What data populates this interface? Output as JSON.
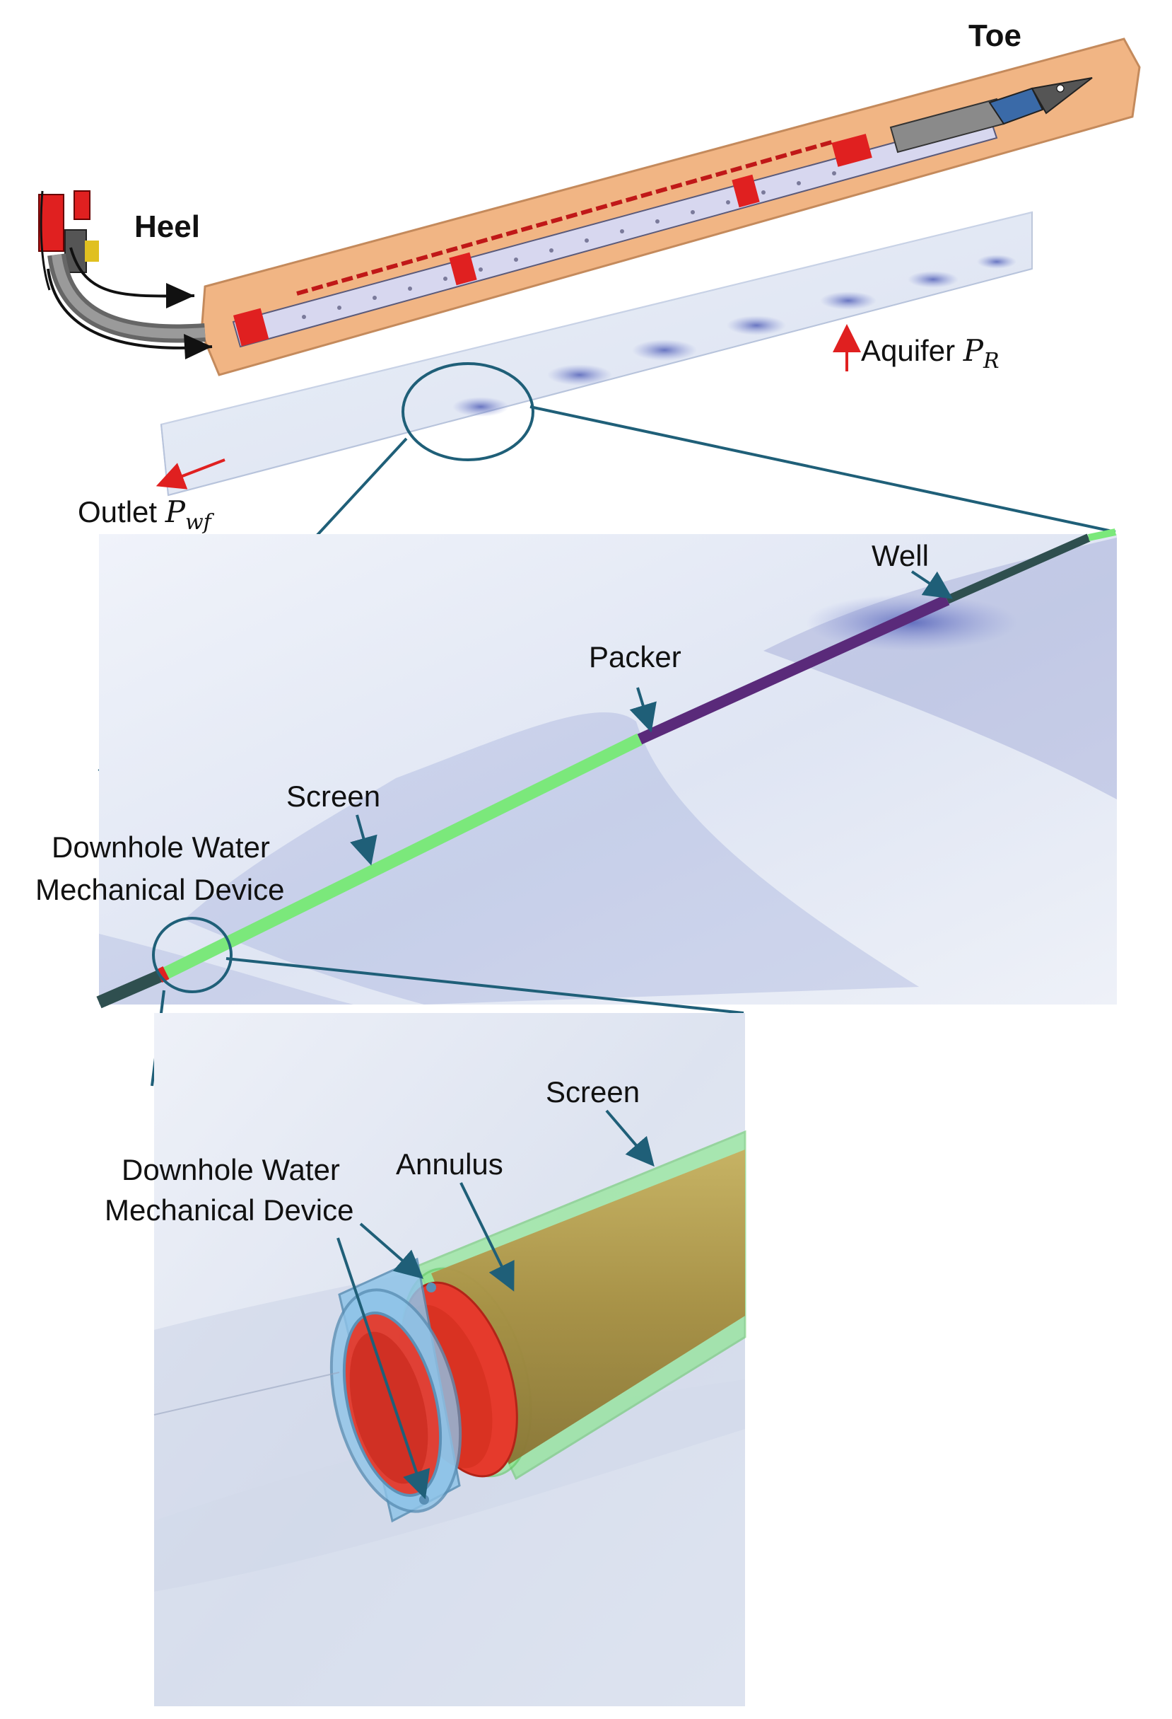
{
  "labels": {
    "toe": "Toe",
    "heel": "Heel",
    "aquifer": "Aquifer",
    "aquifer_symbol": "P",
    "aquifer_sub": "R",
    "outlet": "Outlet",
    "outlet_symbol": "P",
    "outlet_sub": "wf",
    "well": "Well",
    "packer": "Packer",
    "screen_mid": "Screen",
    "dwmd_mid_line1": "Downhole Water",
    "dwmd_mid_line2": "Mechanical Device",
    "screen_bottom": "Screen",
    "annulus": "Annulus",
    "dwmd_bottom_line1": "Downhole Water",
    "dwmd_bottom_line2": "Mechanical Device"
  },
  "colors": {
    "formation": "#f1b584",
    "tool_red": "#e02020",
    "screen_green": "#7be87b",
    "packer_purple": "#5a2a7a",
    "well_dark": "#2f4f4f",
    "pipe_blue": "#8fc4e8",
    "annulus_red": "#e53a2c",
    "casing_olive": "#a89248",
    "callout": "#1f5f78",
    "flow_blue": "#6b78c8"
  }
}
